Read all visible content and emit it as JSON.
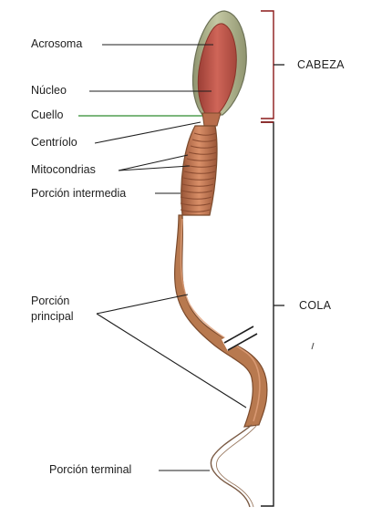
{
  "labels": {
    "acrosoma": "Acrosoma",
    "nucleo": "Núcleo",
    "cuello": "Cuello",
    "centriolo": "Centríolo",
    "mitocondrias": "Mitocondrias",
    "porcion_intermedia": "Porción intermedia",
    "porcion_principal_line1": "Porción",
    "porcion_principal_line2": "principal",
    "porcion_terminal": "Porción terminal"
  },
  "regions": {
    "cabeza": "CABEZA",
    "cola": "COLA"
  },
  "colors": {
    "head_cap": "#a8ad86",
    "head_cap_outline": "#6d7257",
    "nucleus": "#c2564a",
    "nucleus_shadow": "#9c3f36",
    "midpiece": "#c77a55",
    "midpiece_rings": "#8a4b30",
    "tail": "#b8794f",
    "tail_dark": "#7a4a2c",
    "neck_pointer": "#2e8b2e",
    "bracket_head": "#8b1a1a",
    "bracket_tail": "#222222",
    "pointer": "#1e1e1e"
  }
}
